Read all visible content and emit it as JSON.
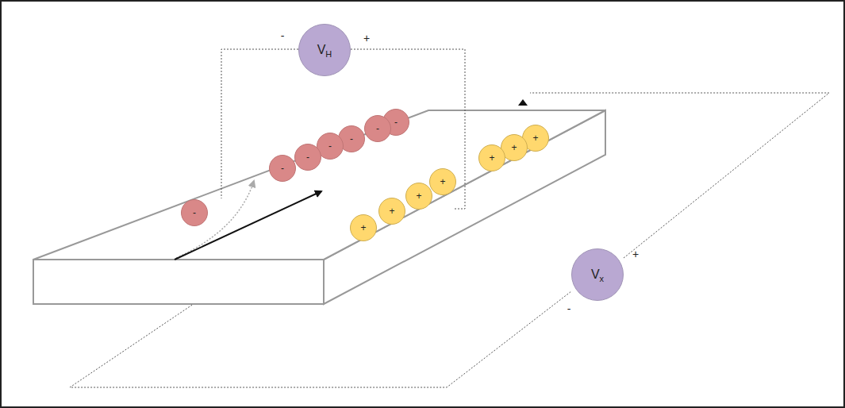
{
  "diagram": {
    "nodes": [
      {
        "text": [
          "V",
          "H"
        ]
      },
      {
        "text": [
          "-"
        ]
      },
      {
        "text": [
          "-"
        ]
      },
      {
        "text": [
          "-"
        ]
      },
      {
        "text": [
          "-"
        ]
      },
      {
        "text": [
          "-"
        ]
      },
      {
        "text": [
          "-"
        ]
      },
      {
        "text": [
          "-"
        ]
      },
      {
        "text": [
          "+"
        ]
      },
      {
        "text": [
          "+"
        ]
      },
      {
        "text": [
          "+"
        ]
      },
      {
        "text": [
          "+"
        ]
      },
      {
        "text": [
          "+"
        ]
      },
      {
        "text": [
          "+"
        ]
      },
      {
        "text": [
          "+"
        ]
      },
      {
        "text": [
          "V",
          "x"
        ]
      }
    ],
    "labels": [
      "-",
      "+",
      "+",
      "-"
    ]
  }
}
